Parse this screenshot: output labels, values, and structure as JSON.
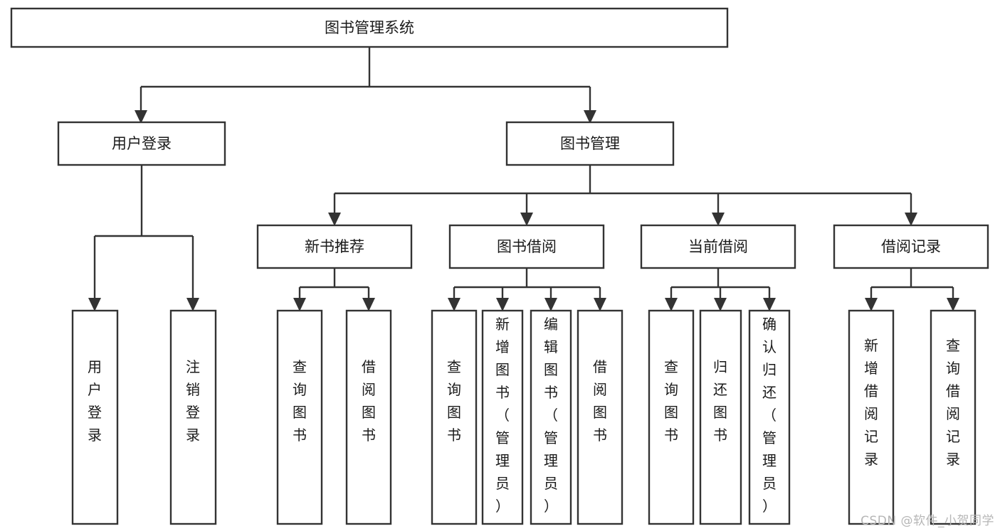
{
  "diagram": {
    "title": "图书管理系统",
    "type": "tree-hierarchy",
    "root": {
      "id": "root",
      "label": "图书管理系统",
      "orientation": "horizontal"
    },
    "level2": [
      {
        "id": "user-login",
        "label": "用户登录",
        "orientation": "horizontal"
      },
      {
        "id": "book-manage",
        "label": "图书管理",
        "orientation": "horizontal"
      }
    ],
    "level3": [
      {
        "id": "new-book-recommend",
        "label": "新书推荐",
        "orientation": "horizontal",
        "parent": "book-manage"
      },
      {
        "id": "book-borrow",
        "label": "图书借阅",
        "orientation": "horizontal",
        "parent": "book-manage"
      },
      {
        "id": "current-borrow",
        "label": "当前借阅",
        "orientation": "horizontal",
        "parent": "book-manage"
      },
      {
        "id": "borrow-record",
        "label": "借阅记录",
        "orientation": "horizontal",
        "parent": "book-manage"
      }
    ],
    "leaves": [
      {
        "id": "leaf-user-login",
        "label": "用户登录",
        "orientation": "vertical",
        "parent": "user-login"
      },
      {
        "id": "leaf-user-logout",
        "label": "注销登录",
        "orientation": "vertical",
        "parent": "user-login"
      },
      {
        "id": "leaf-query-book-1",
        "label": "查询图书",
        "orientation": "vertical",
        "parent": "new-book-recommend"
      },
      {
        "id": "leaf-borrow-book-1",
        "label": "借阅图书",
        "orientation": "vertical",
        "parent": "new-book-recommend"
      },
      {
        "id": "leaf-query-book-2",
        "label": "查询图书",
        "orientation": "vertical",
        "parent": "book-borrow"
      },
      {
        "id": "leaf-add-book",
        "label": "新增图书（管理员）",
        "orientation": "vertical",
        "parent": "book-borrow"
      },
      {
        "id": "leaf-edit-book",
        "label": "编辑图书（管理员）",
        "orientation": "vertical",
        "parent": "book-borrow"
      },
      {
        "id": "leaf-borrow-book-2",
        "label": "借阅图书",
        "orientation": "vertical",
        "parent": "book-borrow"
      },
      {
        "id": "leaf-query-book-3",
        "label": "查询图书",
        "orientation": "vertical",
        "parent": "current-borrow"
      },
      {
        "id": "leaf-return-book",
        "label": "归还图书",
        "orientation": "vertical",
        "parent": "current-borrow"
      },
      {
        "id": "leaf-confirm-return",
        "label": "确认归还（管理员）",
        "orientation": "vertical",
        "parent": "current-borrow"
      },
      {
        "id": "leaf-add-record",
        "label": "新增借阅记录",
        "orientation": "vertical",
        "parent": "borrow-record"
      },
      {
        "id": "leaf-query-record",
        "label": "查询借阅记录",
        "orientation": "vertical",
        "parent": "borrow-record"
      }
    ],
    "colors": {
      "box_stroke": "#333333",
      "box_fill": "#ffffff",
      "text": "#1a1a1a",
      "edge": "#333333",
      "watermark": "#b6b6b6",
      "background": "#ffffff"
    }
  },
  "watermark": {
    "text": "CSDN @软件_小贺同学"
  }
}
